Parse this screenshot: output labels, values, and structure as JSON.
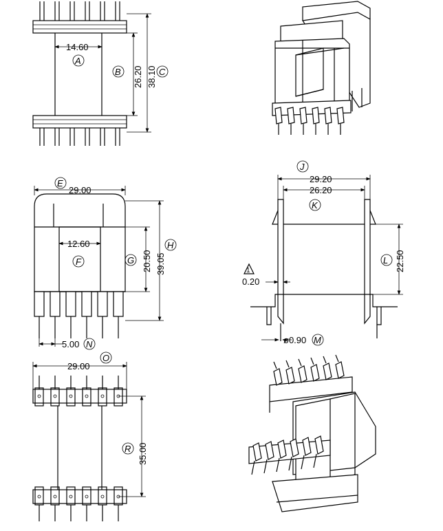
{
  "dimensions": {
    "A": "14.60",
    "B": "26.20",
    "C": "38.10",
    "E": "29.00",
    "F": "12.60",
    "G": "20.50",
    "H": "39.05",
    "J": "29.20",
    "K": "26.20",
    "L": "22.50",
    "M": "ø0.90",
    "N": "5.00",
    "O": "29.00",
    "R": "35.00",
    "tol": "0.20"
  },
  "labels": {
    "A": "A",
    "B": "B",
    "C": "C",
    "E": "E",
    "F": "F",
    "G": "G",
    "H": "H",
    "J": "J",
    "K": "K",
    "L": "L",
    "M": "M",
    "N": "N",
    "O": "O",
    "R": "R",
    "flag": "1"
  }
}
